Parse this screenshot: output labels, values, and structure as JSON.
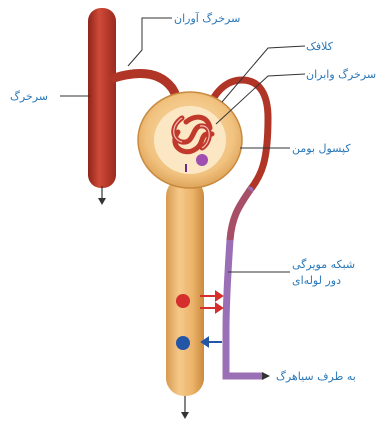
{
  "labels": {
    "afferent_artery": "سرخرگ آوران",
    "artery": "سرخرگ",
    "glomerulus": "کلافک",
    "efferent_artery": "سرخرگ وابران",
    "bowman_capsule": "کپسول بومن",
    "peritubular_network": "شبکه مویرگی\nدور لوله‌ای",
    "to_vein": "به طرف سیاهرگ"
  },
  "colors": {
    "artery_red": "#c0392b",
    "artery_dark": "#8e241a",
    "tubule_tan": "#ecb36a",
    "tubule_edge": "#c98a3e",
    "capillary_purple": "#9b6fb5",
    "label_blue": "#2b78b8",
    "blood_red_dot": "#d62d2d",
    "blood_blue_dot": "#2456a8"
  }
}
